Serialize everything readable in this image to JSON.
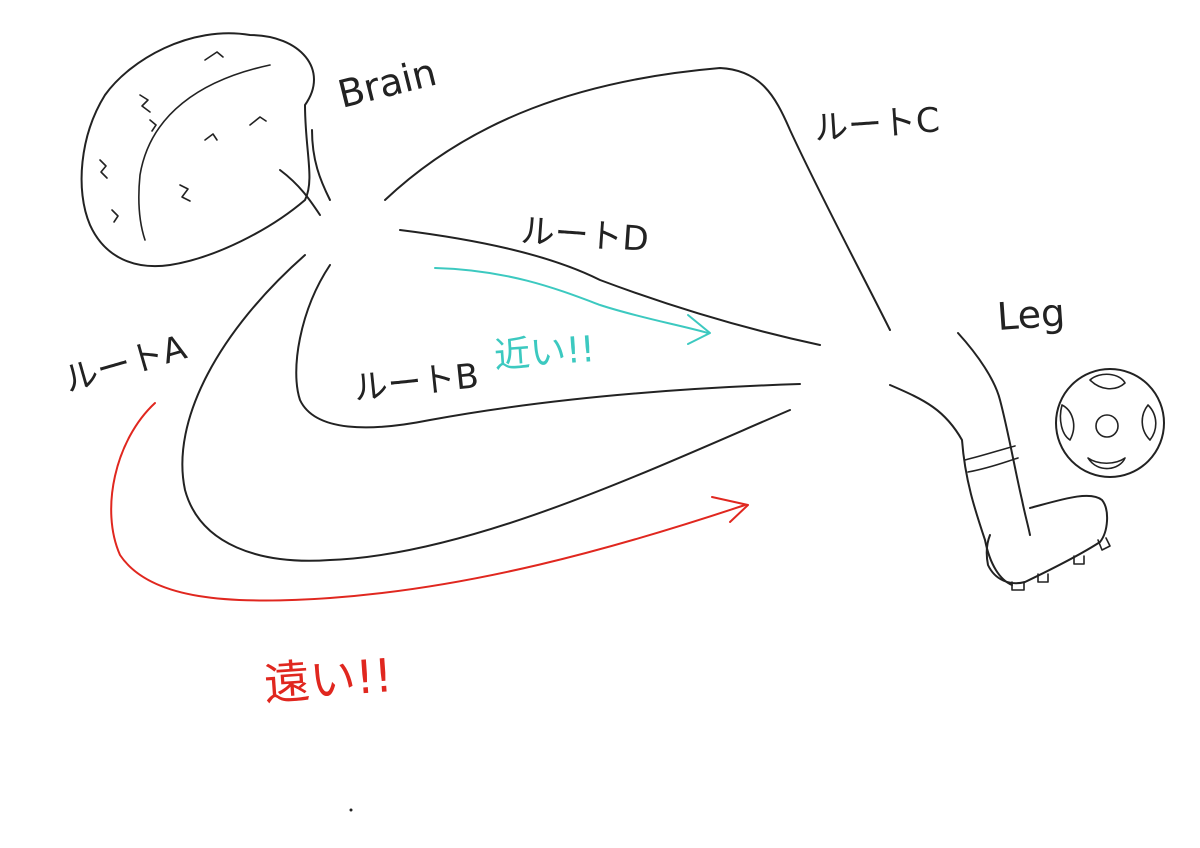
{
  "labels": {
    "brain": "Brain",
    "leg": "Leg",
    "route_a": "ルートA",
    "route_b": "ルートB",
    "route_c": "ルートC",
    "route_d": "ルートD",
    "far": "遠い!!",
    "near": "近い!!"
  },
  "colors": {
    "ink": "#222222",
    "far_arrow": "#e0271f",
    "near_arrow": "#3cc9c0"
  }
}
